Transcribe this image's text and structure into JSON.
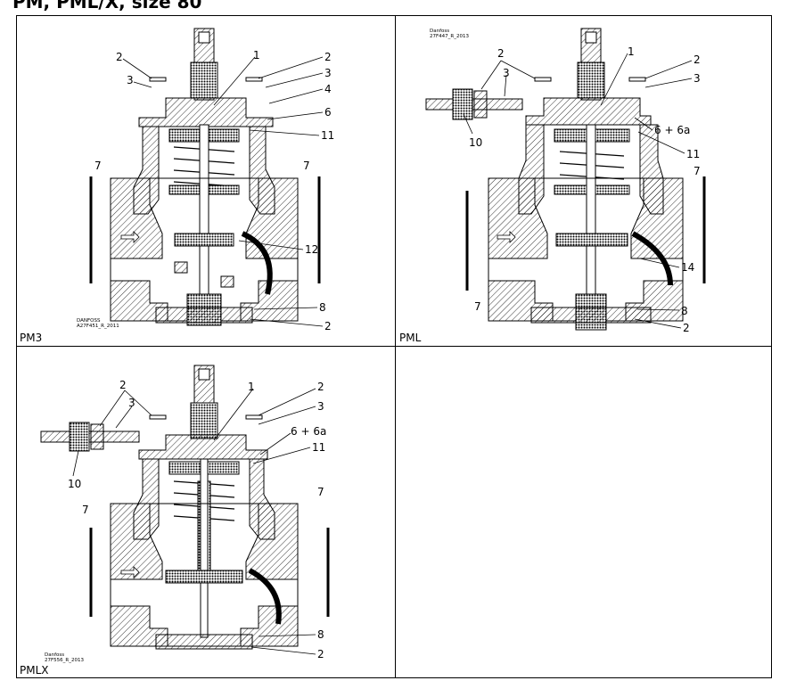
{
  "title": "PM, PML/X, size 80",
  "panels": [
    {
      "label": "PM3",
      "credit_lines": [
        "DANFOSS",
        "A27F451_R_2011"
      ],
      "callouts": [
        "1",
        "2",
        "3",
        "4",
        "6",
        "11",
        "12",
        "8",
        "2",
        "2",
        "3",
        "7",
        "7"
      ]
    },
    {
      "label": "PML",
      "credit_lines": [
        "Danfoss",
        "27F447_R_2013"
      ],
      "callouts": [
        "1",
        "2",
        "3",
        "6 + 6a",
        "11",
        "14",
        "8",
        "2",
        "2",
        "3",
        "10",
        "7",
        "7"
      ]
    },
    {
      "label": "PMLX",
      "credit_lines": [
        "Danfoss",
        "27F556_R_2013"
      ],
      "callouts": [
        "1",
        "2",
        "3",
        "6 + 6a",
        "11",
        "8",
        "2",
        "2",
        "3",
        "10",
        "7",
        "7"
      ]
    }
  ]
}
